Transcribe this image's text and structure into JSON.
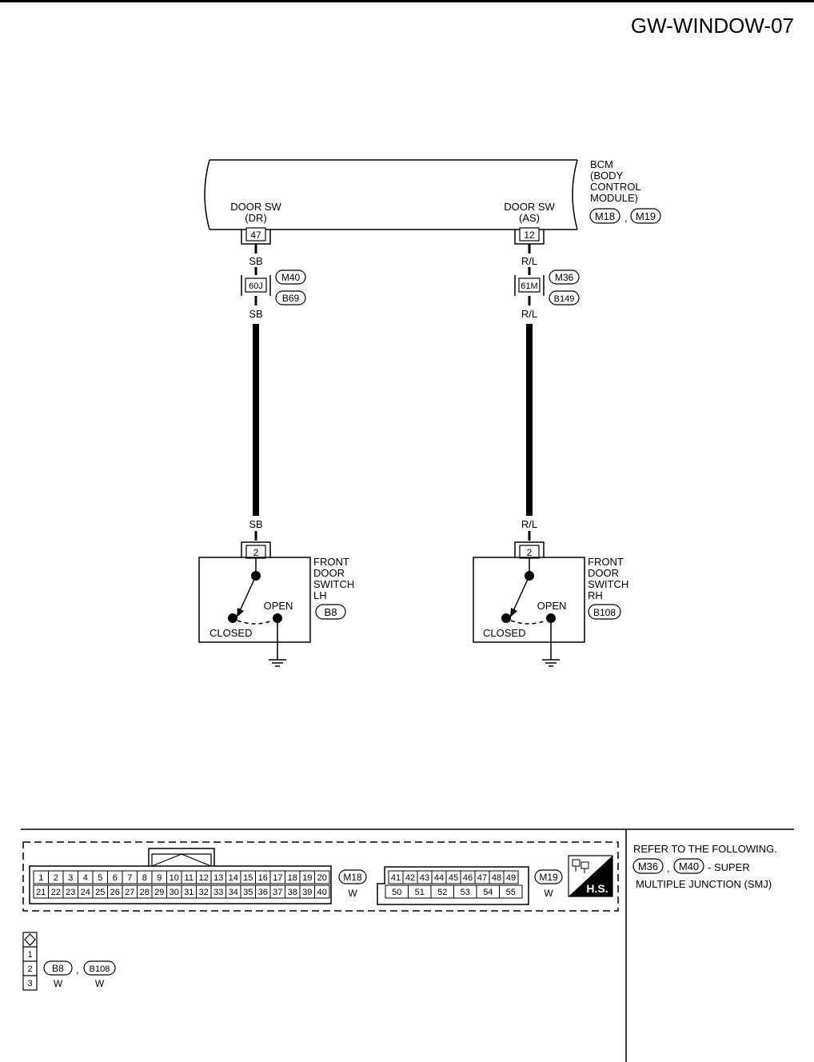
{
  "page": {
    "code": "GW-WINDOW-07"
  },
  "bcm": {
    "name_lines": [
      "BCM",
      "(BODY",
      "CONTROL",
      "MODULE)"
    ],
    "connectors": [
      "M18",
      "M19"
    ],
    "left_terminal": {
      "label_lines": [
        "DOOR SW",
        "(DR)"
      ],
      "pin": "47"
    },
    "right_terminal": {
      "label_lines": [
        "DOOR SW",
        "(AS)"
      ],
      "pin": "12"
    }
  },
  "left_circuit": {
    "wire_color": "SB",
    "joint_pin": "60J",
    "joint_connectors": [
      "M40",
      "B69"
    ],
    "switch_pin": "2",
    "switch_name_lines": [
      "FRONT",
      "DOOR",
      "SWITCH",
      "LH"
    ],
    "switch_connector": "B8",
    "open_label": "OPEN",
    "closed_label": "CLOSED"
  },
  "right_circuit": {
    "wire_color": "R/L",
    "joint_pin": "61M",
    "joint_connectors": [
      "M36",
      "B149"
    ],
    "switch_pin": "2",
    "switch_name_lines": [
      "FRONT",
      "DOOR",
      "SWITCH",
      "RH"
    ],
    "switch_connector": "B108",
    "open_label": "OPEN",
    "closed_label": "CLOSED"
  },
  "connector_views": {
    "m18": {
      "id": "M18",
      "color": "W",
      "row1": [
        "1",
        "2",
        "3",
        "4",
        "5",
        "6",
        "7",
        "8",
        "9",
        "10",
        "11",
        "12",
        "13",
        "14",
        "15",
        "16",
        "17",
        "18",
        "19",
        "20"
      ],
      "row2": [
        "21",
        "22",
        "23",
        "24",
        "25",
        "26",
        "27",
        "28",
        "29",
        "30",
        "31",
        "32",
        "33",
        "34",
        "35",
        "36",
        "37",
        "38",
        "39",
        "40"
      ]
    },
    "m19": {
      "id": "M19",
      "color": "W",
      "row1": [
        "41",
        "42",
        "43",
        "44",
        "45",
        "46",
        "47",
        "48",
        "49"
      ],
      "row2": [
        "50",
        "51",
        "52",
        "53",
        "54",
        "55"
      ]
    },
    "hs_label": "H.S.",
    "switch_connector": {
      "pins": [
        "1",
        "2",
        "3"
      ],
      "ids": [
        "B8",
        "B108"
      ],
      "colors": [
        "W",
        "W"
      ]
    }
  },
  "reference": {
    "heading": "REFER TO THE FOLLOWING.",
    "connectors": [
      "M36",
      "M40"
    ],
    "desc_part1": "- SUPER",
    "desc_part2": "MULTIPLE JUNCTION (SMJ)"
  }
}
